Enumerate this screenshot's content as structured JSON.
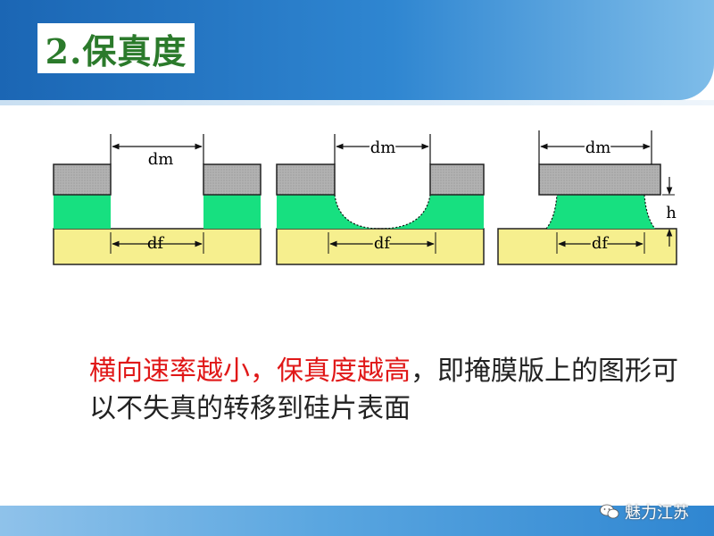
{
  "title": "2.保真度",
  "diagram": {
    "label_dm": "dm",
    "label_df": "df",
    "label_h": "h"
  },
  "caption": {
    "red_part1": "横向速率越小，",
    "red_part2": "保真度越高",
    "black_part": "，即掩膜版上的图形可以不失真的转移到硅片表面"
  },
  "watermark": "魅力江苏",
  "colors": {
    "header": "#1b66b4",
    "mask": "#b4b4b4",
    "film": "#17e080",
    "substrate": "#f6ef8e",
    "title_green": "#2b7a2b",
    "caption_red": "#e01818"
  }
}
